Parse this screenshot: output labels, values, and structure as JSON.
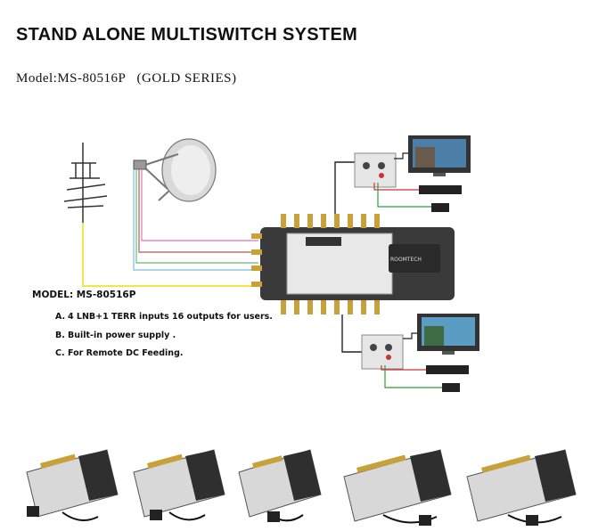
{
  "header": {
    "title": "STAND ALONE MULTISWITCH SYSTEM",
    "model_line": "Model:MS-80516P   (GOLD SERIES)"
  },
  "diagram": {
    "caption": "MODEL: MS-80516P",
    "features": [
      {
        "letter": "A.",
        "text": "4 LNB+1 TERR inputs 16 outputs for users."
      },
      {
        "letter": "B.",
        "text": "Built-in power supply ."
      },
      {
        "letter": "C.",
        "text": "For Remote DC Feeding."
      }
    ]
  },
  "colors": {
    "cable_yellow": "#f2e64a",
    "cable_pink": "#e58cc0",
    "cable_brown": "#b8786a",
    "cable_blue": "#8ec7e8",
    "cable_green": "#7fc48a",
    "cable_black": "#222222",
    "device_body": "#3a3a3a",
    "connector_gold": "#c9a13a"
  },
  "icons": [
    "tv-antenna-icon",
    "satellite-dish-icon",
    "multiswitch-icon",
    "wall-outlet-icon",
    "television-icon",
    "set-top-box-icon",
    "power-plug-icon"
  ]
}
